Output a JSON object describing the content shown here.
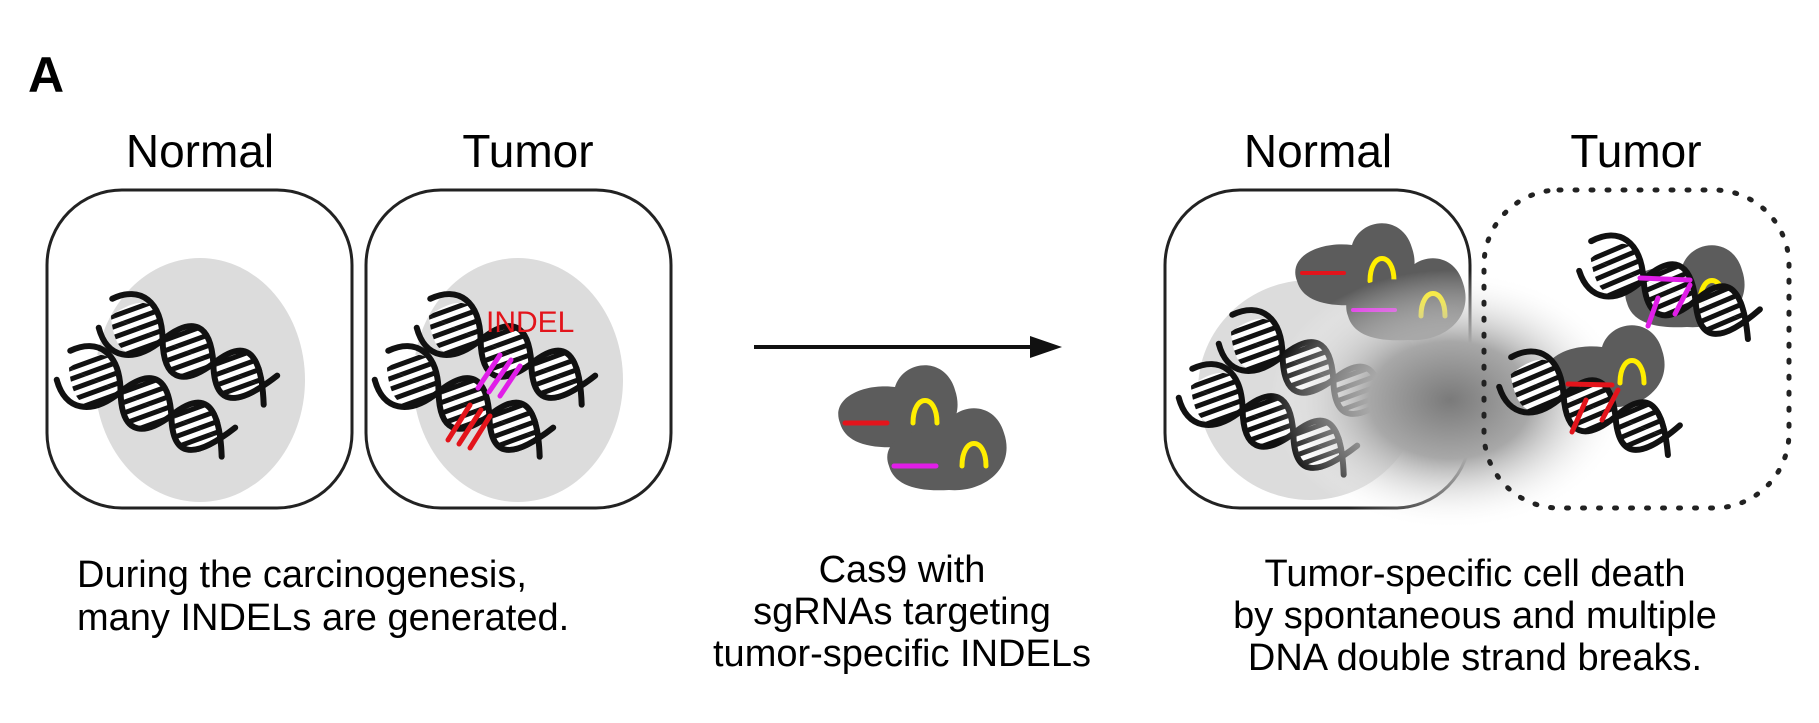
{
  "panel_label": "A",
  "left_group": {
    "normal_title": "Normal",
    "tumor_title": "Tumor",
    "indel_label": "INDEL",
    "caption_lines": [
      "During the carcinogenesis,",
      "many INDELs are generated."
    ]
  },
  "middle_group": {
    "caption_lines": [
      "Cas9 with",
      "sgRNAs targeting",
      "tumor-specific INDELs"
    ]
  },
  "right_group": {
    "normal_title": "Normal",
    "tumor_title": "Tumor",
    "caption_lines": [
      "Tumor-specific cell death",
      "by spontaneous and multiple",
      "DNA double strand breaks."
    ]
  },
  "colors": {
    "indel_red": "#e3141b",
    "indel_magenta": "#e01ee8",
    "guide_yellow": "#ffee00",
    "cas9_gray": "#5c5c5c",
    "nucleus_gray": "#dcdcdc"
  }
}
